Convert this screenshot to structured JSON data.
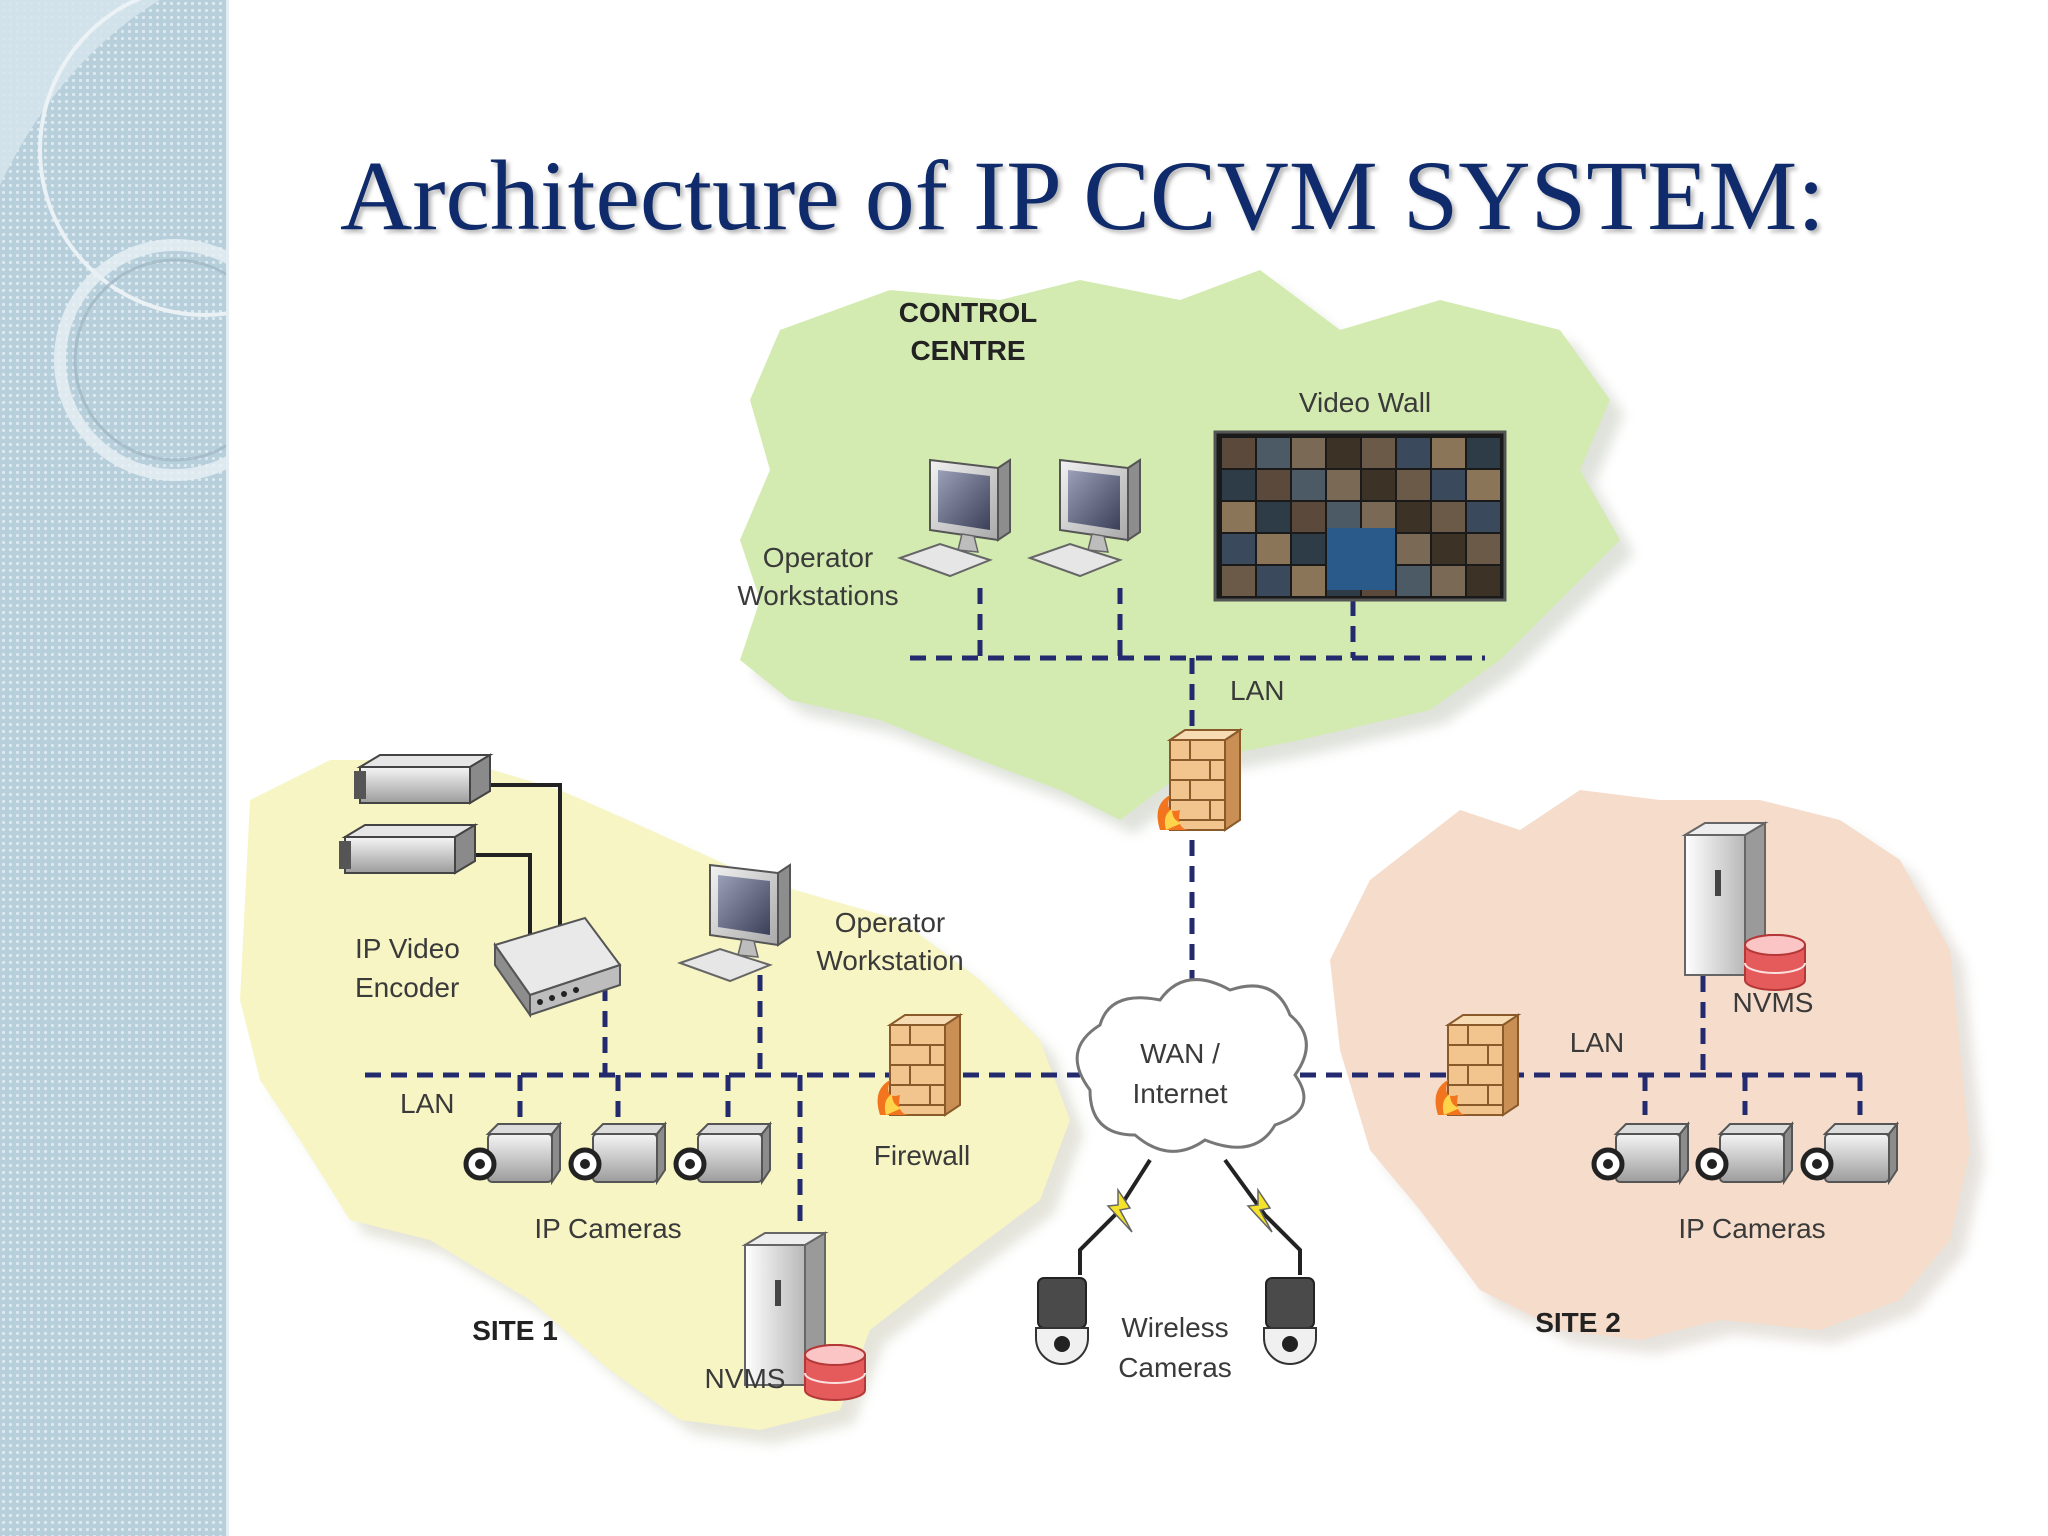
{
  "slide": {
    "title": "Architecture of IP CCVM SYSTEM:"
  },
  "diagram": {
    "control_centre": {
      "title_line1": "CONTROL",
      "title_line2": "CENTRE",
      "video_wall": "Video Wall",
      "operator_line1": "Operator",
      "operator_line2": "Workstations",
      "lan": "LAN"
    },
    "site1": {
      "title": "SITE 1",
      "encoder_line1": "IP Video",
      "encoder_line2": "Encoder",
      "operator_line1": "Operator",
      "operator_line2": "Workstation",
      "lan": "LAN",
      "cameras": "IP Cameras",
      "firewall": "Firewall",
      "nvms": "NVMS"
    },
    "wan": {
      "line1": "WAN /",
      "line2": "Internet"
    },
    "wireless": {
      "line1": "Wireless",
      "line2": "Cameras"
    },
    "site2": {
      "title": "SITE 2",
      "lan": "LAN",
      "nvms": "NVMS",
      "cameras": "IP Cameras"
    },
    "colors": {
      "control_zone": "#d3ebb0",
      "site1_zone": "#f7f5c4",
      "site2_zone": "#f6dcca",
      "network_line": "#232a6e",
      "title": "#0f2b6b"
    }
  }
}
